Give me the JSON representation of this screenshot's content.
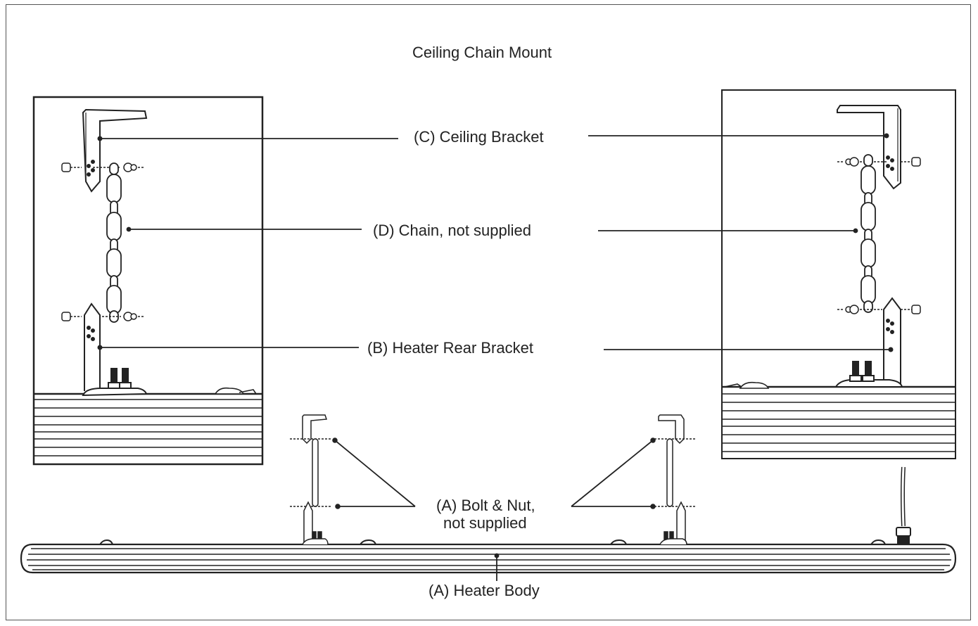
{
  "diagram": {
    "title": "Ceiling Chain Mount",
    "labels": {
      "ceiling_bracket": "(C) Ceiling Bracket",
      "chain": "(D) Chain, not supplied",
      "rear_bracket": "(B) Heater Rear Bracket",
      "bolt_nut_line1": "(A) Bolt & Nut,",
      "bolt_nut_line2": "not supplied",
      "heater_body": "(A) Heater Body"
    }
  },
  "colors": {
    "ink": "#222222",
    "panel": "#ffffff",
    "frame": "#555555"
  }
}
